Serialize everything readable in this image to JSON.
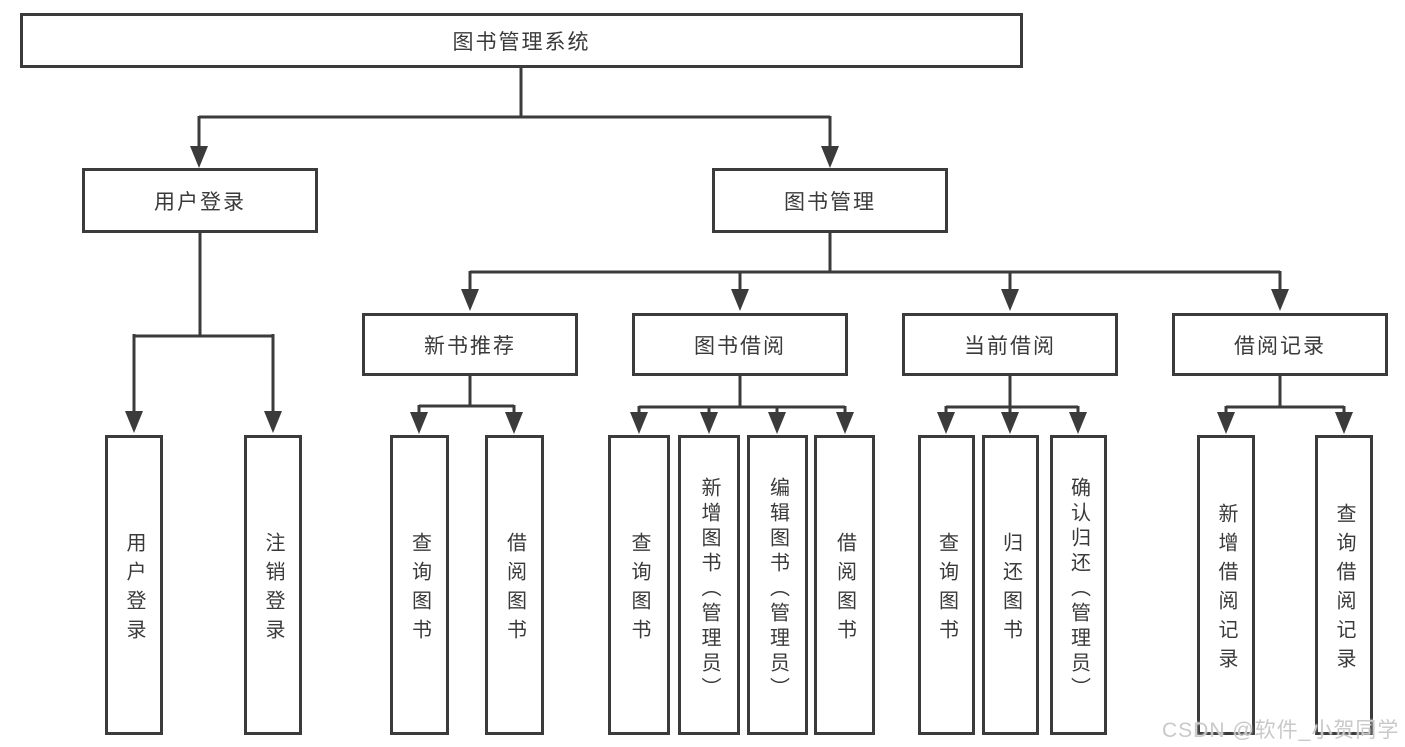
{
  "diagram": {
    "root": {
      "label": "图书管理系统"
    },
    "level2": [
      {
        "label": "用户登录"
      },
      {
        "label": "图书管理"
      }
    ],
    "level3": [
      {
        "label": "新书推荐"
      },
      {
        "label": "图书借阅"
      },
      {
        "label": "当前借阅"
      },
      {
        "label": "借阅记录"
      }
    ],
    "leaves": {
      "user_login": [
        {
          "label": "用户登录"
        },
        {
          "label": "注销登录"
        }
      ],
      "new_books": [
        {
          "label": "查询图书"
        },
        {
          "label": "借阅图书"
        }
      ],
      "book_borrow": [
        {
          "label": "查询图书"
        },
        {
          "label": "新增图书（管理员）"
        },
        {
          "label": "编辑图书（管理员）"
        },
        {
          "label": "借阅图书"
        }
      ],
      "current_borrow": [
        {
          "label": "查询图书"
        },
        {
          "label": "归还图书"
        },
        {
          "label": "确认归还（管理员）"
        }
      ],
      "borrow_records": [
        {
          "label": "新增借阅记录"
        },
        {
          "label": "查询借阅记录"
        }
      ]
    }
  },
  "watermark": {
    "text": "CSDN @软件_小贺同学"
  },
  "colors": {
    "line": "#3b3b3b",
    "box_border": "#3b3b3b",
    "text": "#3a3a3a",
    "watermark": "#c9c9c9",
    "background": "#ffffff"
  }
}
